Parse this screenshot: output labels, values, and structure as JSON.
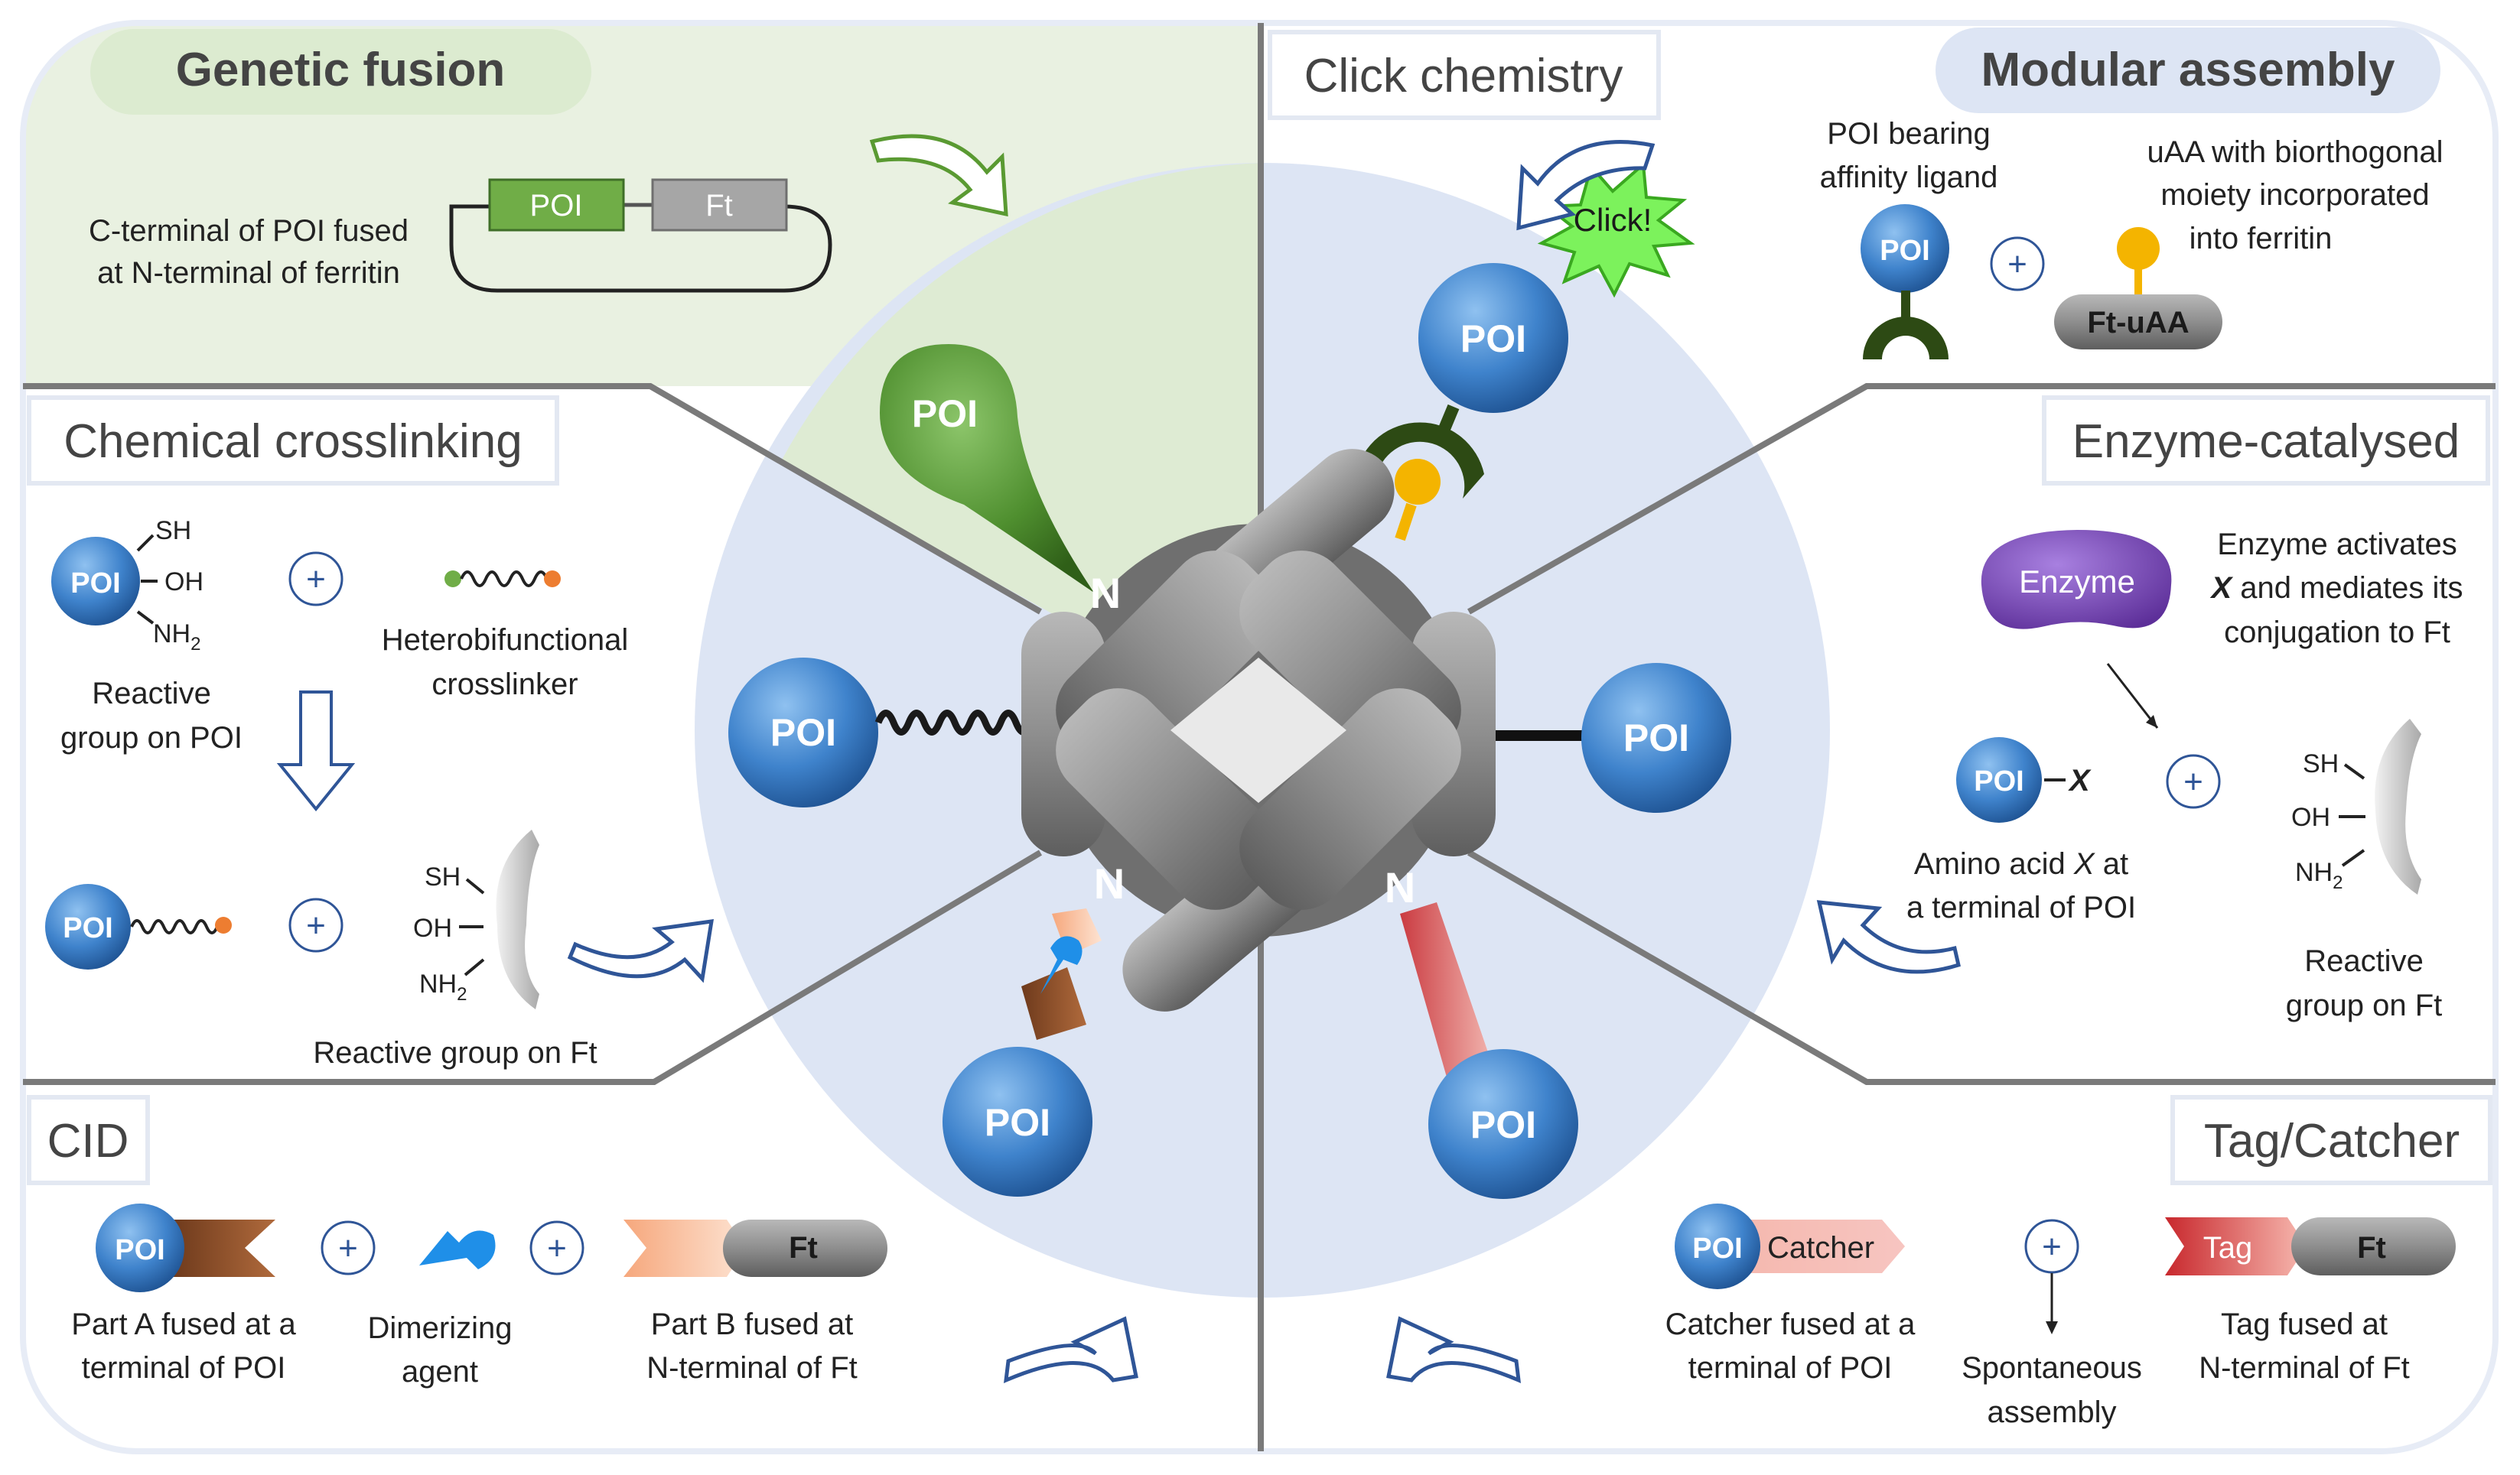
{
  "sections": {
    "genetic_fusion": {
      "title": "Genetic fusion",
      "caption_1": "C-terminal of POI fused",
      "caption_2": "at N-terminal of ferritin",
      "poi": "POI",
      "ft": "Ft"
    },
    "click_chemistry": {
      "title": "Click chemistry",
      "click": "Click!"
    },
    "modular_assembly": {
      "title": "Modular assembly",
      "poi_caption_1": "POI bearing",
      "poi_caption_2": "affinity ligand",
      "uaa_caption_1": "uAA with biorthogonal",
      "uaa_caption_2": "moiety incorporated",
      "uaa_caption_3": "into ferritin",
      "poi": "POI",
      "ft_uaa": "Ft-uAA"
    },
    "chemical_crosslinking": {
      "title": "Chemical crosslinking",
      "sh": "SH",
      "oh": "OH",
      "nh2": "NH",
      "sub2": "2",
      "reactive_1": "Reactive",
      "reactive_2": "group on POI",
      "linker_1": "Heterobifunctional",
      "linker_2": "crosslinker",
      "ft_caption": "Reactive group on Ft",
      "poi": "POI"
    },
    "enzyme_catalysed": {
      "title": "Enzyme-catalysed",
      "enzyme": "Enzyme",
      "desc_1": "Enzyme activates",
      "desc_2a": "X",
      "desc_2b": " and mediates its",
      "desc_3": "conjugation to Ft",
      "poi": "POI",
      "x": "X",
      "aa_1a": "Amino acid ",
      "aa_1b": "X",
      "aa_1c": " at",
      "aa_2": "a terminal of POI",
      "sh": "SH",
      "oh": "OH",
      "nh2": "NH",
      "sub2": "2",
      "rg_1": "Reactive",
      "rg_2": "group on Ft"
    },
    "cid": {
      "title": "CID",
      "poi": "POI",
      "ft": "Ft",
      "a_1": "Part A fused at a",
      "a_2": "terminal of POI",
      "d_1": "Dimerizing",
      "d_2": "agent",
      "b_1": "Part B fused at",
      "b_2": "N-terminal of Ft"
    },
    "tag_catcher": {
      "title": "Tag/Catcher",
      "poi": "POI",
      "catcher": "Catcher",
      "tag": "Tag",
      "ft": "Ft",
      "c_1": "Catcher fused at a",
      "c_2": "terminal of POI",
      "s_1": "Spontaneous",
      "s_2": "assembly",
      "t_1": "Tag fused at",
      "t_2": "N-terminal of Ft"
    }
  },
  "center": {
    "poi": "POI",
    "n_terminus": "N"
  },
  "plus_sign": "+",
  "colors": {
    "poi_blue": "#3a7ec8",
    "poi_green": "#4f8f2f",
    "ferritin_gray": "#8a8a8a",
    "enzyme_purple": "#7b4fb8",
    "genetic_bg": "#e4efd9",
    "center_bg": "#dde5f4",
    "arrow_blue": "#2f5597",
    "arrow_green": "#5a9a32"
  }
}
